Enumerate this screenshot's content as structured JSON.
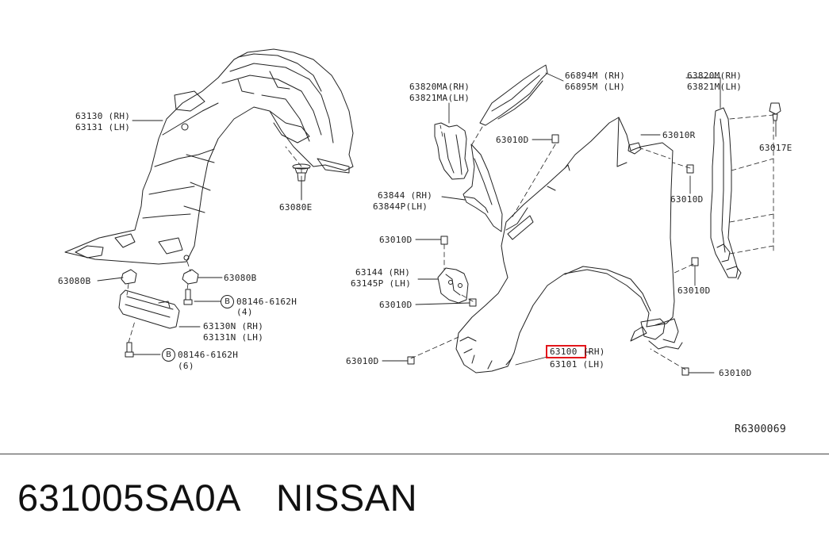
{
  "labels": {
    "p63130": "63130 (RH)",
    "p63131": "63131 (LH)",
    "p63080e": "63080E",
    "p63080b_left": "63080B",
    "p63080b_right": "63080B",
    "bolt_a_num": "08146-6162H",
    "bolt_a_qty": "(4)",
    "p63130n": "63130N (RH)",
    "p63131n": "63131N (LH)",
    "bolt_b_num": "08146-6162H",
    "bolt_b_qty": "(6)",
    "bolt_marker": "B",
    "p63820ma": "63820MA(RH)",
    "p63821ma": "63821MA(LH)",
    "p66894m": "66894M (RH)",
    "p66895m": "66895M (LH)",
    "p63820m": "63820M(RH)",
    "p63821m": "63821M(LH)",
    "p63010d_top": "63010D",
    "p63010r": "63010R",
    "p63017e": "63017E",
    "p63844": "63844 (RH)",
    "p63844p": "63844P(LH)",
    "p63010d_right1": "63010D",
    "p63010d_mid1": "63010D",
    "p63144": "63144 (RH)",
    "p63145p": "63145P (LH)",
    "p63010d_mid2": "63010D",
    "p63010d_right2": "63010D",
    "p63010d_bottom_left": "63010D",
    "p63100_num": "63100",
    "p63100_side": "(RH)",
    "p63101": "63101 (LH)",
    "p63010d_bottom_right": "63010D",
    "diagram_ref": "R6300069"
  },
  "footer": {
    "part_number": "631005SA0A",
    "brand": "NISSAN"
  },
  "colors": {
    "highlight": "#e3161b",
    "line": "#222222"
  }
}
